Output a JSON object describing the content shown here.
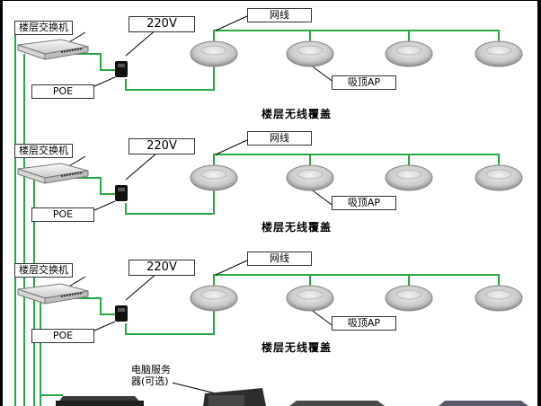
{
  "floors": [
    {
      "switch_label": "楼层交换机",
      "power_label": "220V",
      "poe_label": "POE",
      "cable_label": "网线",
      "ap_label": "吸顶AP",
      "caption": "楼层无线覆盖"
    },
    {
      "switch_label": "楼层交换机",
      "power_label": "220V",
      "poe_label": "POE",
      "cable_label": "网线",
      "ap_label": "吸顶AP",
      "caption": "楼层无线覆盖"
    },
    {
      "switch_label": "楼层交换机",
      "power_label": "220V",
      "poe_label": "POE",
      "cable_label": "网线",
      "ap_label": "吸顶AP",
      "caption": "楼层无线覆盖"
    }
  ],
  "server_label": "电脑服务\n器(可选)",
  "colors": {
    "cable": "#27a844",
    "frame": "#000000"
  }
}
